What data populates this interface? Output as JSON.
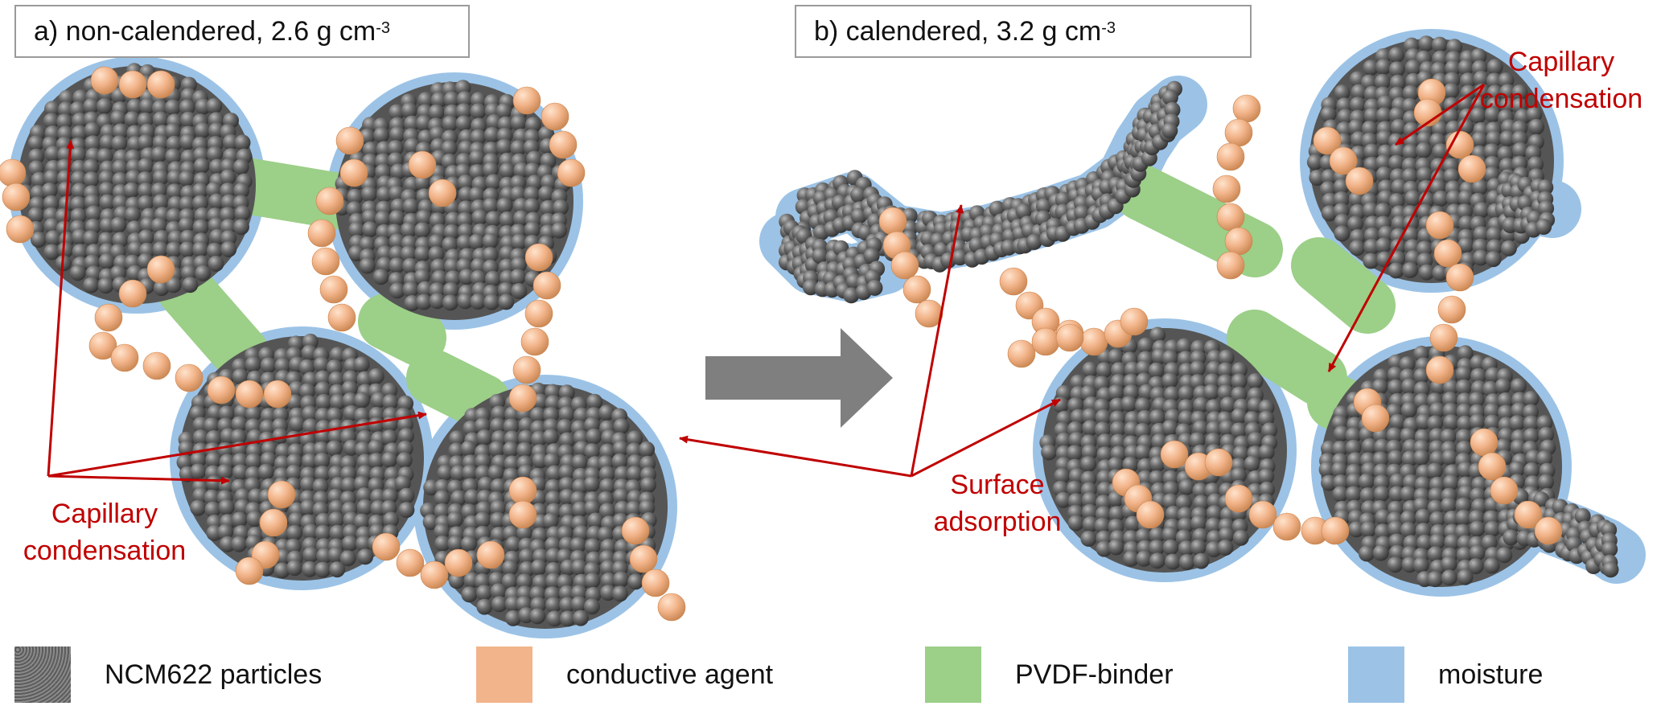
{
  "panels": {
    "a": {
      "prefix": "a) non-calendered, 2.6 g cm",
      "exponent": "-3"
    },
    "b": {
      "prefix": "b) calendered, 3.2 g cm",
      "exponent": "-3"
    }
  },
  "annotations": {
    "capillary_left": [
      "Capillary",
      "condensation"
    ],
    "capillary_right": [
      "Capillary",
      "condensation"
    ],
    "surface": [
      "Surface",
      "adsorption"
    ]
  },
  "legend": [
    {
      "label": "NCM622 particles",
      "color": "#6e6e6e"
    },
    {
      "label": "conductive agent",
      "color": "#f2b48a"
    },
    {
      "label": "PVDF-binder",
      "color": "#9ccf88"
    },
    {
      "label": "moisture",
      "color": "#9cc3e6"
    }
  ],
  "colors": {
    "ncm": "#5a5a5a",
    "conductive": "#f2b48a",
    "binder": "#9ccf88",
    "moisture": "#9cc3e6",
    "annotation": "#c00000",
    "transition_arrow": "#7f7f7f"
  }
}
